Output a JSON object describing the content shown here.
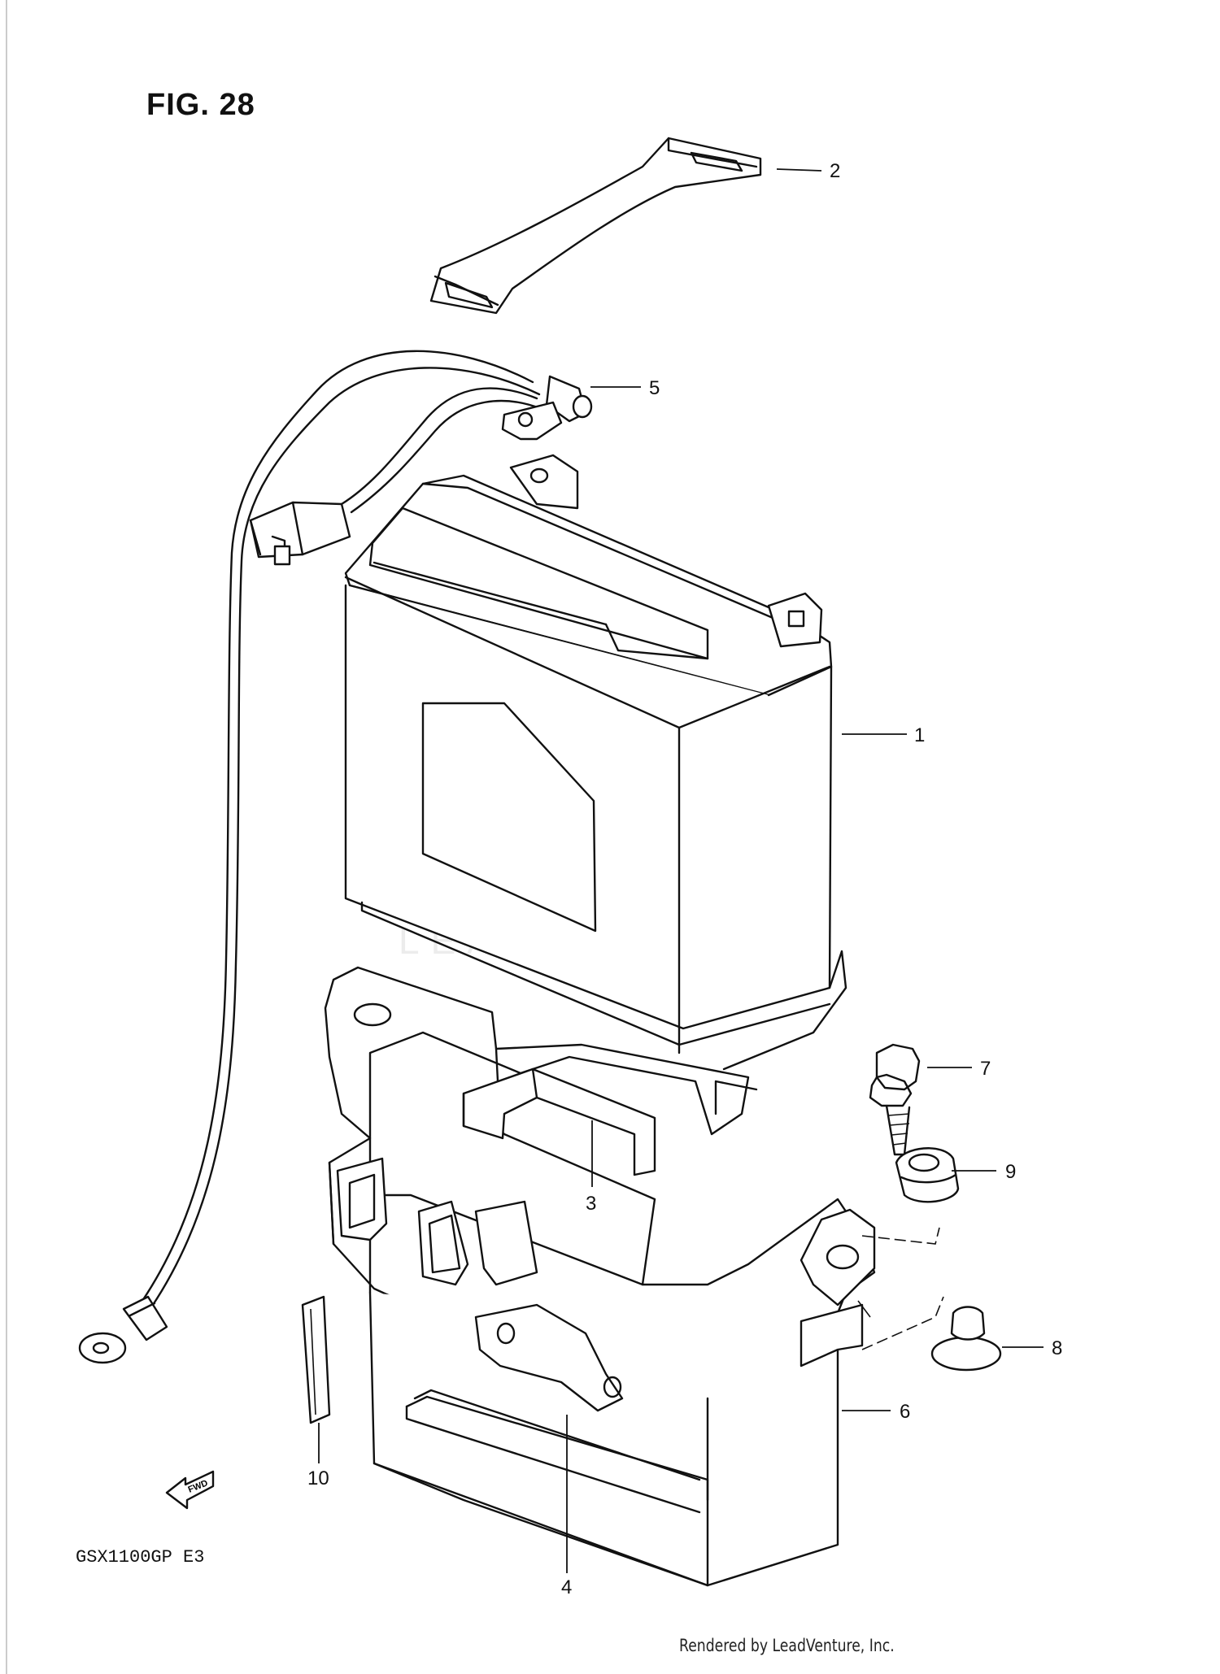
{
  "figure": {
    "title": "FIG. 28",
    "model": "GSX1100GP  E3",
    "credit": "Rendered by LeadVenture, Inc.",
    "watermark": "LEADVENTURE",
    "fwd_label": "FWD"
  },
  "callouts": [
    {
      "id": "1",
      "label": "1"
    },
    {
      "id": "2",
      "label": "2"
    },
    {
      "id": "3",
      "label": "3"
    },
    {
      "id": "4",
      "label": "4"
    },
    {
      "id": "5",
      "label": "5"
    },
    {
      "id": "6",
      "label": "6"
    },
    {
      "id": "7",
      "label": "7"
    },
    {
      "id": "8",
      "label": "8"
    },
    {
      "id": "9",
      "label": "9"
    },
    {
      "id": "10",
      "label": "10"
    }
  ],
  "colors": {
    "ink": "#111111",
    "paper": "#ffffff",
    "watermark": "#ececec"
  }
}
